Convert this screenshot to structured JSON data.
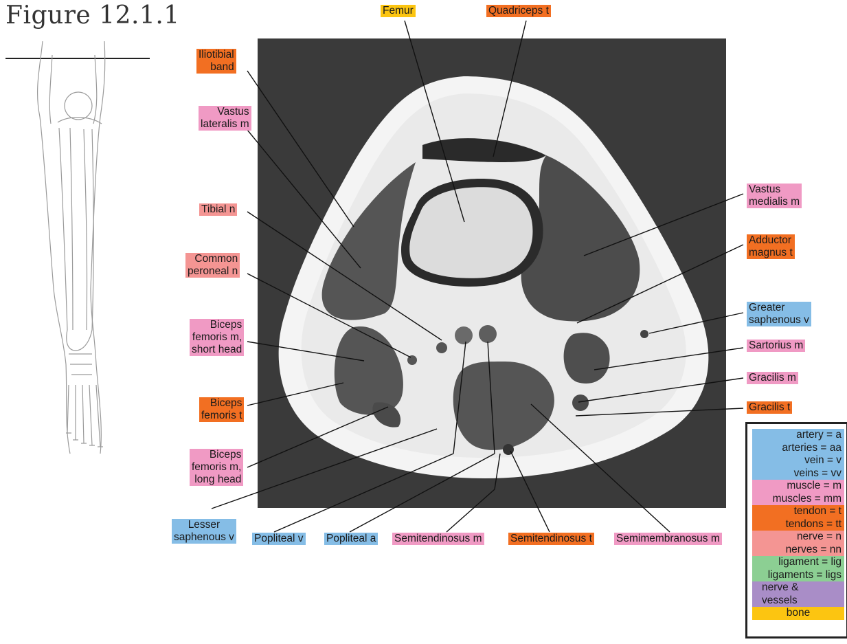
{
  "figure": {
    "title": "Figure 12.1.1"
  },
  "labels": {
    "femur": "Femur",
    "quadriceps_t": "Quadriceps t",
    "iliotibial_band_1": "Iliotibial",
    "iliotibial_band_2": "band",
    "vastus_lateralis_1": "Vastus",
    "vastus_lateralis_2": "lateralis m",
    "tibial_n": "Tibial n",
    "common_peroneal_1": "Common",
    "common_peroneal_2": "peroneal n",
    "biceps_short_1": "Biceps",
    "biceps_short_2": "femoris m,",
    "biceps_short_3": "short head",
    "biceps_t_1": "Biceps",
    "biceps_t_2": "femoris t",
    "biceps_long_1": "Biceps",
    "biceps_long_2": "femoris m,",
    "biceps_long_3": "long head",
    "lesser_saphenous_1": "Lesser",
    "lesser_saphenous_2": "saphenous v",
    "popliteal_v": "Popliteal v",
    "popliteal_a": "Popliteal a",
    "semitendinosus_m": "Semitendinosus m",
    "semitendinosus_t": "Semitendinosus t",
    "semimembranosus_m": "Semimembranosus m",
    "vastus_medialis_1": "Vastus",
    "vastus_medialis_2": "medialis m",
    "adductor_magnus_1": "Adductor",
    "adductor_magnus_2": "magnus t",
    "greater_saphenous_1": "Greater",
    "greater_saphenous_2": "saphenous v",
    "sartorius_m": "Sartorius m",
    "gracilis_m": "Gracilis m",
    "gracilis_t": "Gracilis t"
  },
  "key": {
    "artery": "artery = a",
    "arteries": "arteries = aa",
    "vein": "vein = v",
    "veins": "veins = vv",
    "muscle": "muscle = m",
    "muscles": "muscles = mm",
    "tendon": "tendon = t",
    "tendons": "tendons = tt",
    "nerve": "nerve = n",
    "nerves": "nerves = nn",
    "ligament": "ligament = lig",
    "ligaments": "ligaments = ligs",
    "nerve_vessels_1": "nerve &",
    "nerve_vessels_2": "vessels",
    "bone": "bone"
  },
  "colors": {
    "muscle": "#f09ac4",
    "tendon": "#f26f22",
    "nerve": "#f49593",
    "vessel": "#85bde6",
    "ligament": "#8ccf93",
    "nerve_and_vessels": "#a98dc7",
    "bone": "#fcc511"
  }
}
